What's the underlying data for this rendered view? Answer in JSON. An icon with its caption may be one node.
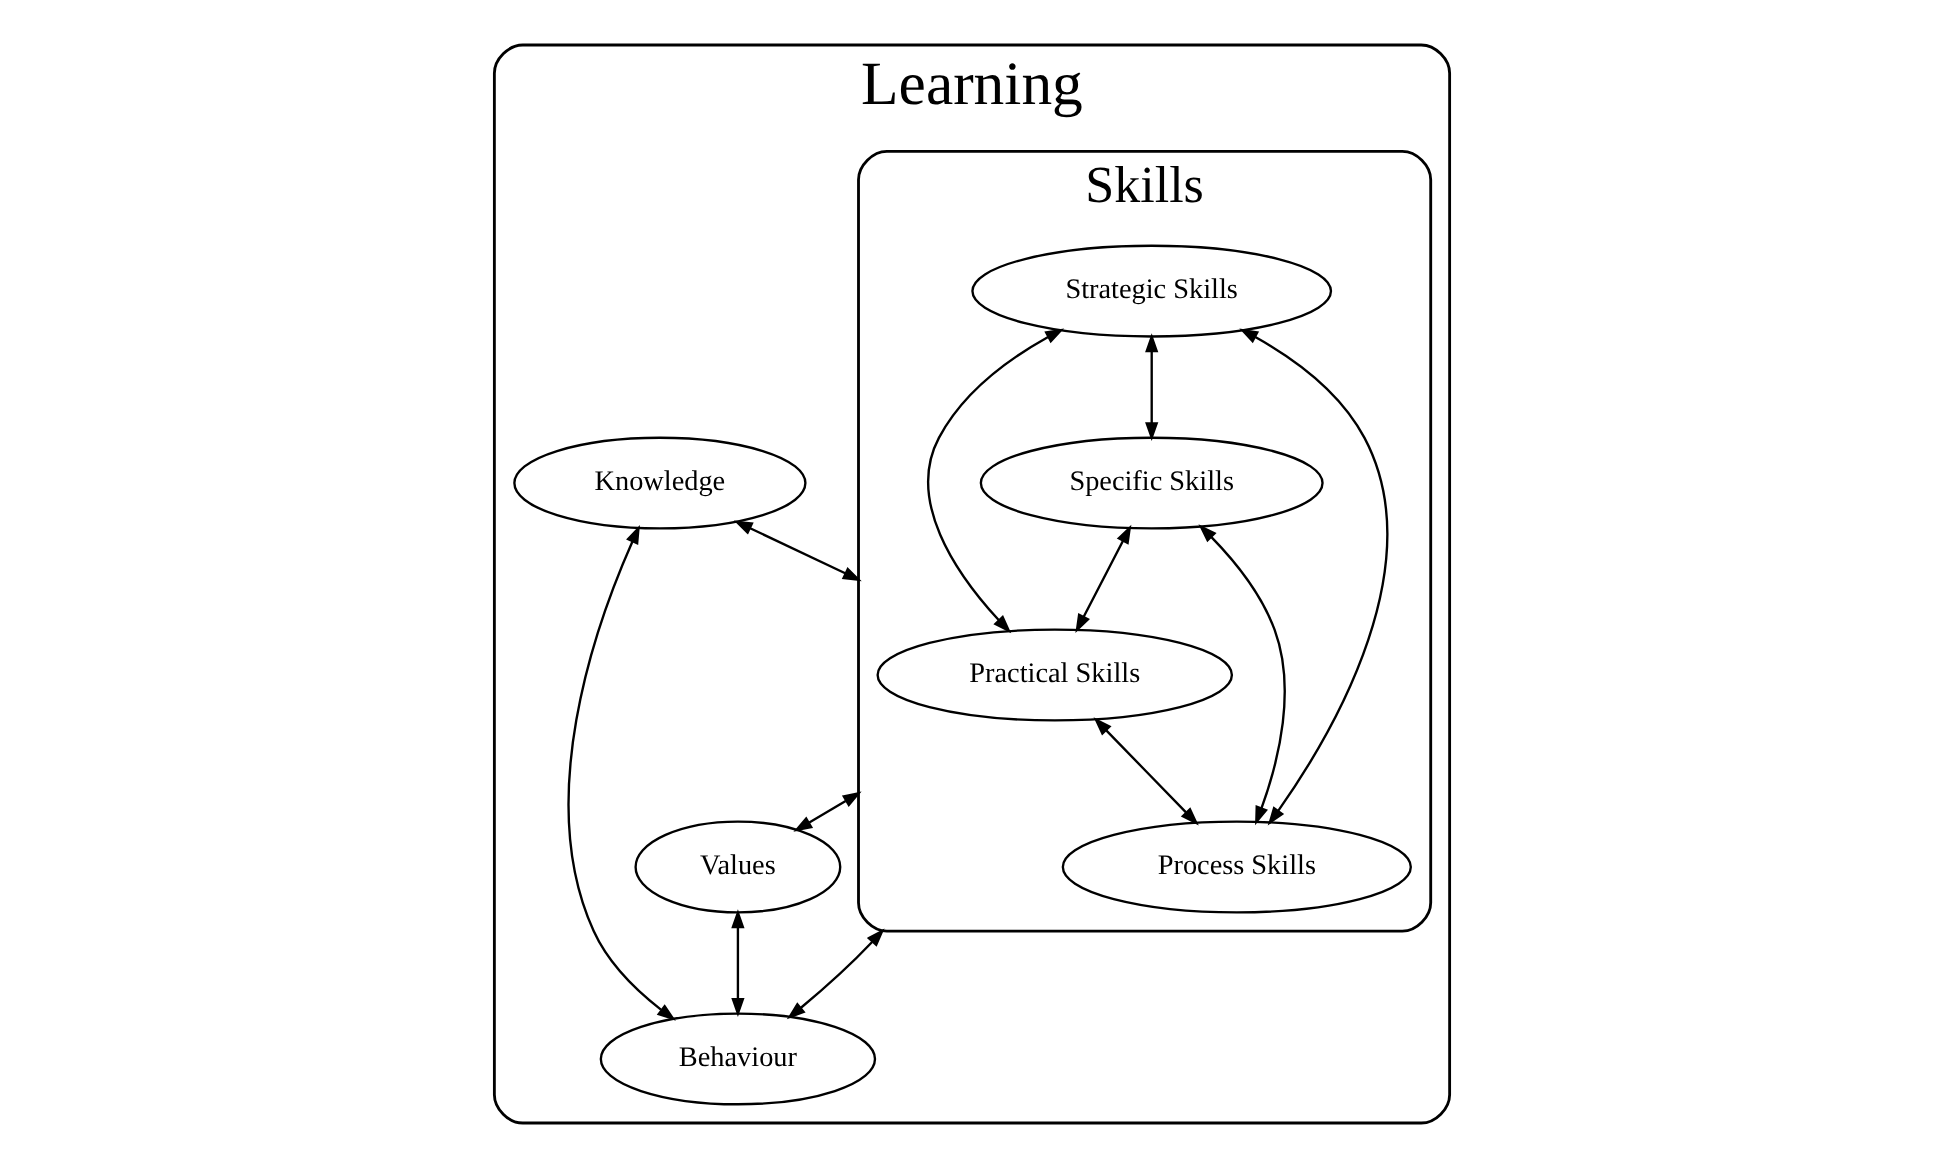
{
  "diagram": {
    "nodes": [
      {
        "text": [
          "Learning"
        ]
      },
      {
        "text": [
          "Skills"
        ],
        "in": 0
      },
      {
        "text": [
          "Knowledge"
        ],
        "in": 0
      },
      {
        "text": [
          "Strategic Skills"
        ],
        "in": 1
      },
      {
        "text": [
          "Values"
        ],
        "in": 0
      },
      {
        "text": [
          "Specific Skills"
        ],
        "in": 1
      },
      {
        "text": [
          "Practical Skills"
        ],
        "in": 1
      },
      {
        "text": [
          "Process Skills"
        ],
        "in": 1
      },
      {
        "text": [
          "Behaviour"
        ],
        "in": 0
      }
    ],
    "edges": [
      {
        "from": 2,
        "to": 1,
        "arrow": "both"
      },
      {
        "from": 1,
        "to": 4,
        "arrow": "both"
      },
      {
        "from": 1,
        "to": 8,
        "arrow": "both"
      },
      {
        "from": 2,
        "to": 8,
        "arrow": "both"
      },
      {
        "from": 4,
        "to": 8,
        "arrow": "both"
      },
      {
        "from": 3,
        "to": 5,
        "arrow": "both"
      },
      {
        "from": 3,
        "to": 6,
        "arrow": "both"
      },
      {
        "from": 3,
        "to": 7,
        "arrow": "both"
      },
      {
        "from": 5,
        "to": 6,
        "arrow": "both"
      },
      {
        "from": 5,
        "to": 7,
        "arrow": "both"
      },
      {
        "from": 6,
        "to": 7,
        "arrow": "both"
      }
    ]
  }
}
